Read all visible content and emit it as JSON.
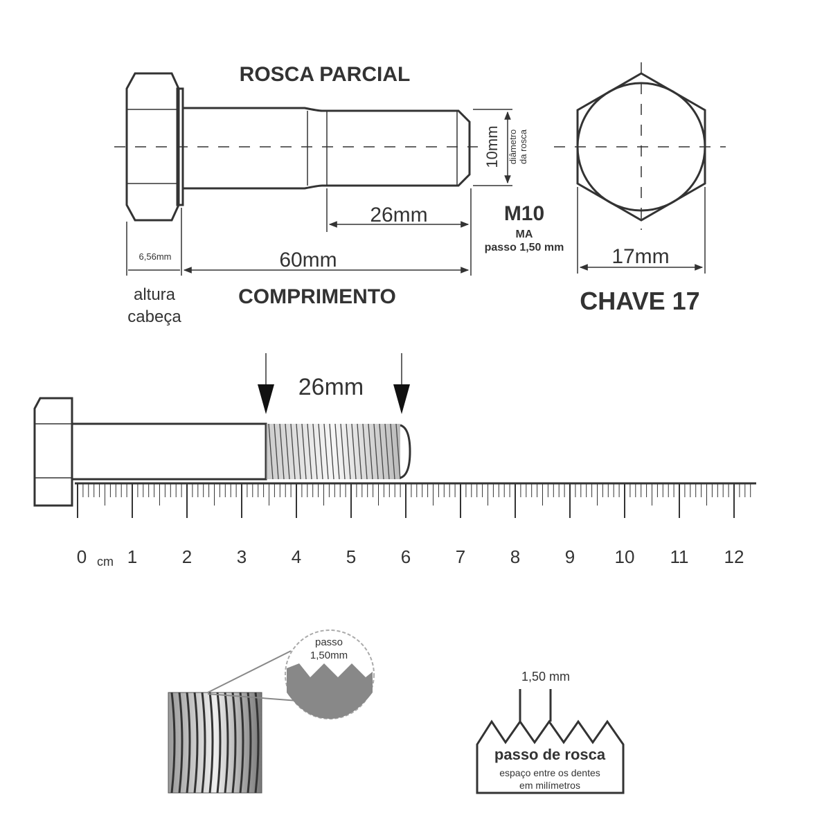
{
  "top": {
    "title": "ROSCA PARCIAL",
    "thread_length": "26mm",
    "diameter": "10mm",
    "diameter_label_1": "diâmetro",
    "diameter_label_2": "da rosca",
    "head_height": "6,56mm",
    "head_label_1": "altura",
    "head_label_2": "cabeça",
    "length": "60mm",
    "length_label": "COMPRIMENTO",
    "size": "M10",
    "type": "MA",
    "pitch": "passo 1,50 mm",
    "wrench_size": "17mm",
    "wrench_label": "CHAVE 17"
  },
  "ruler": {
    "thread_length": "26mm",
    "labels": [
      "0",
      "1",
      "2",
      "3",
      "4",
      "5",
      "6",
      "7",
      "8",
      "9",
      "10",
      "11",
      "12"
    ],
    "unit": "cm"
  },
  "detail": {
    "magnifier_1": "passo",
    "magnifier_2": "1,50mm",
    "pitch_value": "1,50 mm",
    "pitch_title": "passo de rosca",
    "pitch_desc_1": "espaço entre os dentes",
    "pitch_desc_2": "em milímetros"
  }
}
